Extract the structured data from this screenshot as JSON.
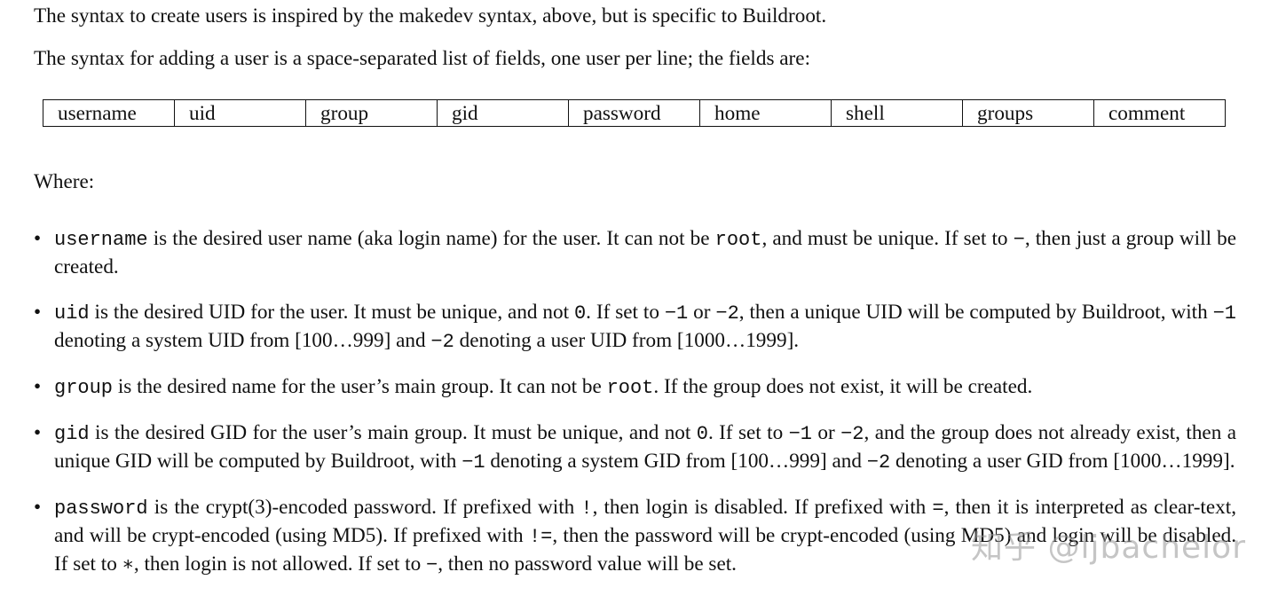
{
  "intro": {
    "line1": "The syntax to create users is inspired by the makedev syntax, above, but is specific to Buildroot.",
    "line2": "The syntax for adding a user is a space-separated list of fields, one user per line; the fields are:"
  },
  "fields_table": {
    "cells": [
      "username",
      "uid",
      "group",
      "gid",
      "password",
      "home",
      "shell",
      "groups",
      "comment"
    ]
  },
  "where_label": "Where:",
  "definitions": [
    {
      "segments": [
        {
          "t": "username",
          "m": true
        },
        {
          "t": " is the desired user name (aka login name) for the user. It can not be "
        },
        {
          "t": "root",
          "m": true
        },
        {
          "t": ", and must be unique. If set to "
        },
        {
          "t": "−",
          "m": true
        },
        {
          "t": ", then just a group will be created."
        }
      ]
    },
    {
      "segments": [
        {
          "t": "uid",
          "m": true
        },
        {
          "t": " is the desired UID for the user. It must be unique, and not "
        },
        {
          "t": "0",
          "m": true
        },
        {
          "t": ". If set to "
        },
        {
          "t": "−1",
          "m": true
        },
        {
          "t": " or "
        },
        {
          "t": "−2",
          "m": true
        },
        {
          "t": ", then a unique UID will be computed by Buildroot, with "
        },
        {
          "t": "−1",
          "m": true
        },
        {
          "t": " denoting a system UID from [100…999] and "
        },
        {
          "t": "−2",
          "m": true
        },
        {
          "t": " denoting a user UID from [1000…1999]."
        }
      ]
    },
    {
      "segments": [
        {
          "t": "group",
          "m": true
        },
        {
          "t": " is the desired name for the user’s main group. It can not be "
        },
        {
          "t": "root",
          "m": true
        },
        {
          "t": ". If the group does not exist, it will be created."
        }
      ]
    },
    {
      "segments": [
        {
          "t": "gid",
          "m": true
        },
        {
          "t": " is the desired GID for the user’s main group. It must be unique, and not "
        },
        {
          "t": "0",
          "m": true
        },
        {
          "t": ". If set to "
        },
        {
          "t": "−1",
          "m": true
        },
        {
          "t": " or "
        },
        {
          "t": "−2",
          "m": true
        },
        {
          "t": ", and the group does not already exist, then a unique GID will be computed by Buildroot, with "
        },
        {
          "t": "−1",
          "m": true
        },
        {
          "t": " denoting a system GID from [100…999] and "
        },
        {
          "t": "−2",
          "m": true
        },
        {
          "t": " denoting a user GID from [1000…1999]."
        }
      ]
    },
    {
      "segments": [
        {
          "t": "password",
          "m": true
        },
        {
          "t": " is the crypt(3)-encoded password. If prefixed with "
        },
        {
          "t": "!",
          "m": true
        },
        {
          "t": ", then login is disabled. If prefixed with "
        },
        {
          "t": "=",
          "m": true
        },
        {
          "t": ", then it is interpreted as clear-text, and will be crypt-encoded (using MD5). If prefixed with "
        },
        {
          "t": "!=",
          "m": true
        },
        {
          "t": ", then the password will be crypt-encoded (using MD5) and login will be disabled. If set to "
        },
        {
          "t": "∗",
          "m": true
        },
        {
          "t": ", then login is not allowed. If set to "
        },
        {
          "t": "−",
          "m": true
        },
        {
          "t": ", then no password value will be set."
        }
      ]
    }
  ],
  "watermark": "知乎 @ljbachelor",
  "colors": {
    "text": "#111111",
    "background": "#ffffff",
    "watermark": "#969696"
  }
}
